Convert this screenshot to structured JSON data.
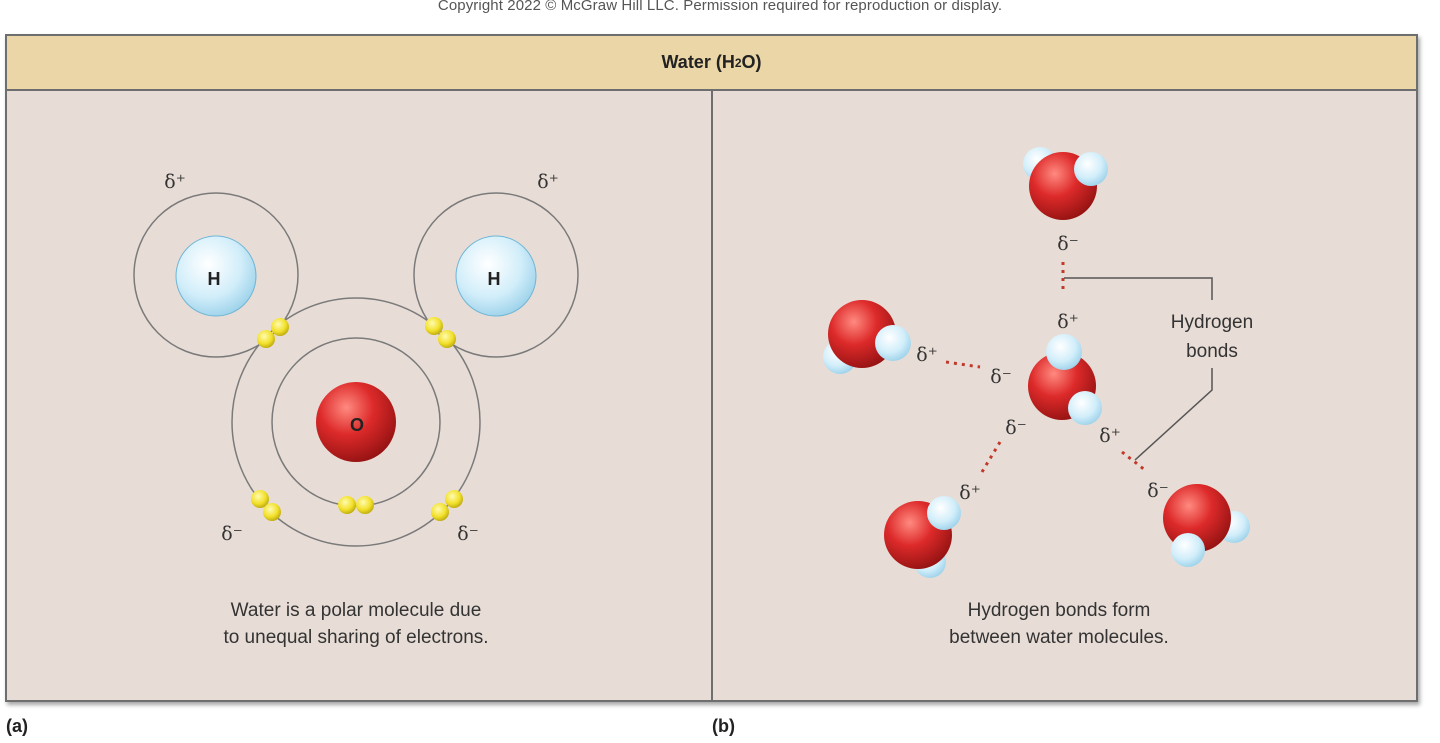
{
  "copyright": "Copyright 2022 © McGraw Hill LLC. Permission required for reproduction or display.",
  "header": {
    "title_prefix": "Water (H",
    "title_sub": "2",
    "title_suffix": "O)"
  },
  "panel_a": {
    "label": "(a)",
    "atom_h_left": "H",
    "atom_h_right": "H",
    "atom_o": "O",
    "charge_top_left": "δ⁺",
    "charge_top_right": "δ⁺",
    "charge_bottom_left": "δ⁻",
    "charge_bottom_right": "δ⁻",
    "caption_line1": "Water is a polar molecule due",
    "caption_line2": "to unequal sharing of electrons."
  },
  "panel_b": {
    "label": "(b)",
    "charge_top_minus": "δ⁻",
    "charge_center_plus": "δ⁺",
    "charge_left_plus": "δ⁺",
    "charge_center_minus_left": "δ⁻",
    "charge_center_minus_bottom": "δ⁻",
    "charge_center_plus_right": "δ⁺",
    "charge_bottom_left_plus": "δ⁺",
    "charge_bottom_right_minus": "δ⁻",
    "hbond_label_line1": "Hydrogen",
    "hbond_label_line2": "bonds",
    "caption_line1": "Hydrogen bonds form",
    "caption_line2": "between water molecules."
  },
  "colors": {
    "background": "#e8ddd6",
    "header": "#ead6a6",
    "oxygen": "#cc2222",
    "hydrogen": "#bfe6f7",
    "electron": "#f2e02a",
    "hbond": "#c0392b"
  }
}
